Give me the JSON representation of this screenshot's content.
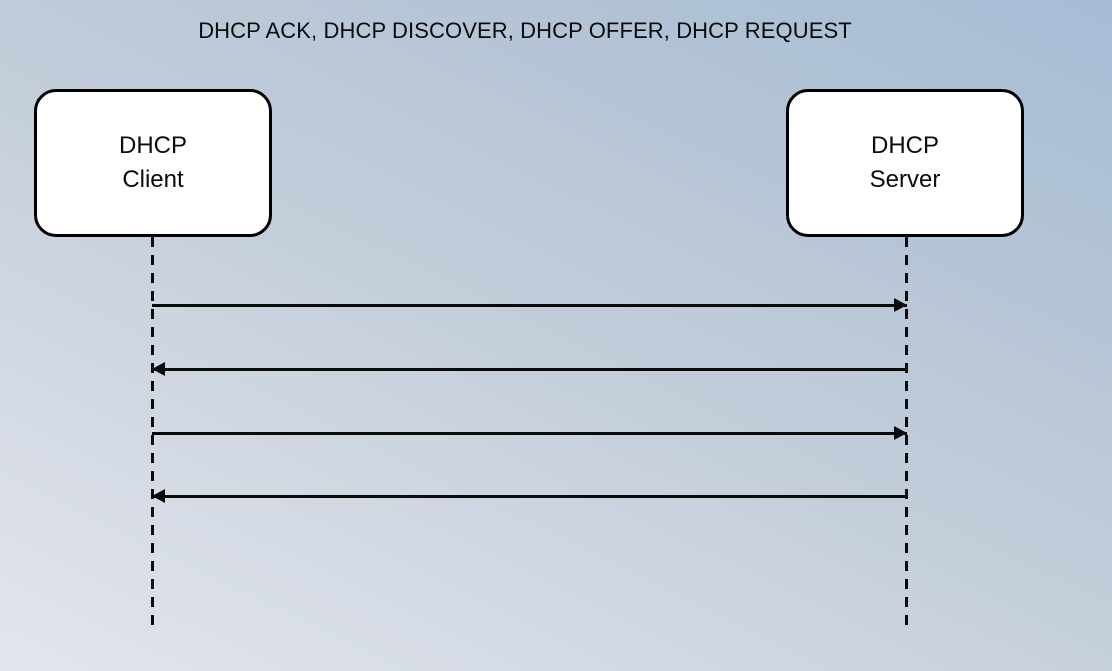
{
  "diagram": {
    "type": "sequence-diagram",
    "title": "DHCP ACK, DHCP DISCOVER, DHCP OFFER, DHCP REQUEST",
    "background": {
      "style": "diagonal-gradient",
      "top_right_color": "#a6bcd6",
      "bottom_left_color": "#e2e6ec"
    },
    "stroke_color": "#0b0b0b",
    "box_fill_color": "#ffffff",
    "participants": [
      {
        "id": "client",
        "line1": "DHCP",
        "line2": "Client"
      },
      {
        "id": "server",
        "line1": "DHCP",
        "line2": "Server"
      }
    ],
    "messages": [
      {
        "index": "1",
        "from": "client",
        "to": "server",
        "direction": "right",
        "label": ""
      },
      {
        "index": "2",
        "from": "server",
        "to": "client",
        "direction": "left",
        "label": ""
      },
      {
        "index": "3",
        "from": "client",
        "to": "server",
        "direction": "right",
        "label": ""
      },
      {
        "index": "4",
        "from": "server",
        "to": "client",
        "direction": "left",
        "label": ""
      }
    ]
  }
}
